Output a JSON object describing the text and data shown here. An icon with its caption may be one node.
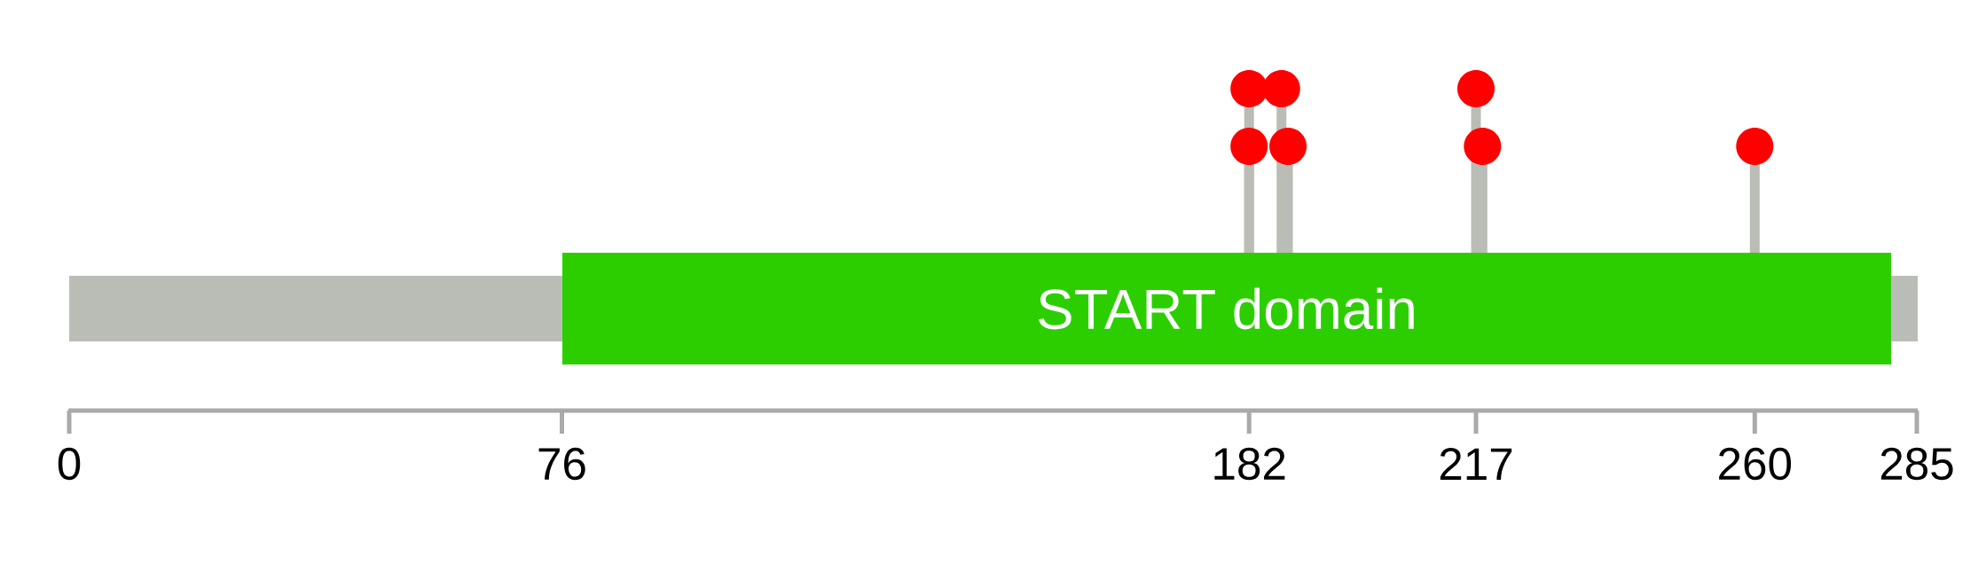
{
  "diagram": {
    "nodes": [
      {
        "text": [],
        "shape": "bar"
      },
      {
        "text": [
          "START domain"
        ]
      },
      {
        "text": [],
        "shape": "bar"
      }
    ],
    "labels": [
      "0",
      "76",
      "182",
      "217",
      "260",
      "285"
    ]
  }
}
